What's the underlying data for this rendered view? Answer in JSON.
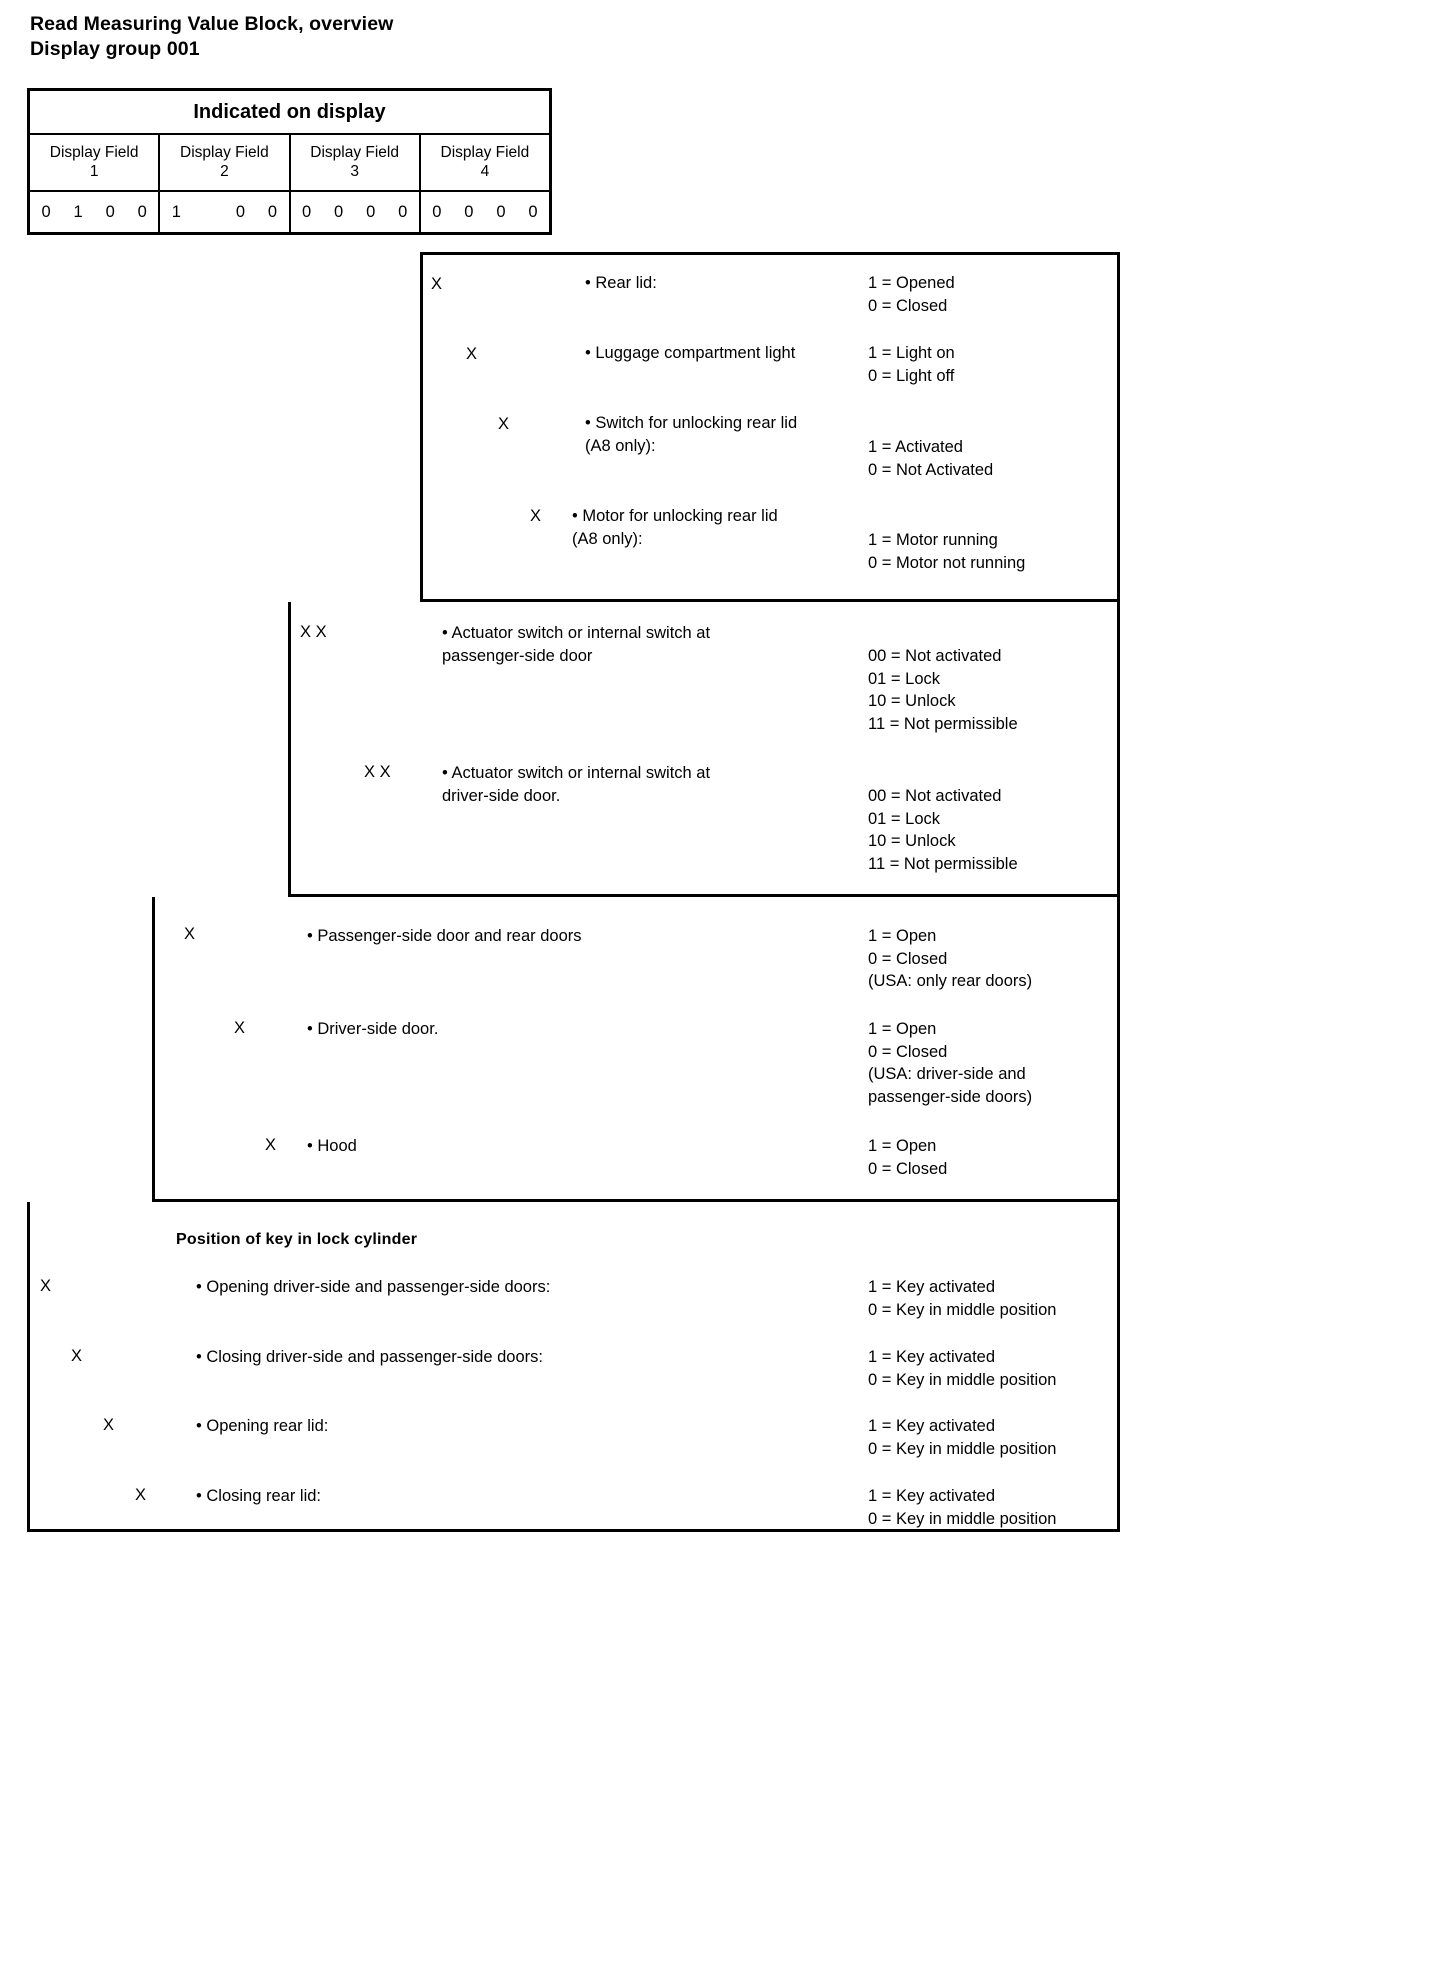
{
  "document": {
    "title_line1": "Read Measuring Value Block, overview",
    "title_line2": "Display group 001"
  },
  "display_table": {
    "header": "Indicated on display",
    "fields": [
      {
        "label": "Display Field",
        "number": "1",
        "bits": [
          "0",
          "1",
          "0",
          "0"
        ]
      },
      {
        "label": "Display Field",
        "number": "2",
        "bits": [
          "1",
          "",
          "0",
          "0"
        ]
      },
      {
        "label": "Display Field",
        "number": "3",
        "bits": [
          "0",
          "0",
          "0",
          "0"
        ]
      },
      {
        "label": "Display Field",
        "number": "4",
        "bits": [
          "0",
          "0",
          "0",
          "0"
        ]
      }
    ]
  },
  "group_rear_lid": {
    "rows": [
      {
        "marks": "X",
        "description": "• Rear lid:",
        "values": "1 = Opened\n0 = Closed"
      },
      {
        "marks": "X",
        "description": "• Luggage compartment light",
        "values": "1 = Light on\n0 = Light off"
      },
      {
        "marks": "X",
        "description": "• Switch for unlocking rear lid\n   (A8 only):",
        "values": "1 = Activated\n0 = Not Activated"
      },
      {
        "marks": "X",
        "description": "• Motor for unlocking rear lid\n   (A8 only):",
        "values": "1 = Motor running\n0 = Motor not running"
      }
    ]
  },
  "group_actuator": {
    "rows": [
      {
        "marks": "X  X",
        "description": "• Actuator switch or internal switch at\n   passenger-side door",
        "values": "00 = Not activated\n01 = Lock\n10 = Unlock\n11 = Not permissible"
      },
      {
        "marks": "X  X",
        "description": "• Actuator switch or internal switch at\n   driver-side door.",
        "values": "00 = Not activated\n01 = Lock\n10 = Unlock\n11 = Not permissible"
      }
    ]
  },
  "group_doors": {
    "rows": [
      {
        "marks": "X",
        "description": "• Passenger-side door and rear doors",
        "values": "1 = Open\n0 = Closed\n      (USA: only rear doors)"
      },
      {
        "marks": "X",
        "description": "• Driver-side door.",
        "values": "1 = Open\n0 = Closed\n      (USA: driver-side and\n       passenger-side doors)"
      },
      {
        "marks": "X",
        "description": "• Hood",
        "values": "1 = Open\n0 = Closed"
      }
    ]
  },
  "group_key": {
    "heading": "Position of key in lock cylinder",
    "rows": [
      {
        "marks": "X",
        "description": "• Opening driver-side and passenger-side doors:",
        "values": "1 = Key activated\n0 = Key in middle position"
      },
      {
        "marks": "X",
        "description": "• Closing driver-side and passenger-side doors:",
        "values": "1 = Key activated\n0 = Key in middle position"
      },
      {
        "marks": "X",
        "description": "• Opening rear lid:",
        "values": "1 = Key activated\n0 = Key in middle position"
      },
      {
        "marks": "X",
        "description": "• Closing rear lid:",
        "values": "1 = Key activated\n0 = Key in middle position"
      }
    ]
  }
}
